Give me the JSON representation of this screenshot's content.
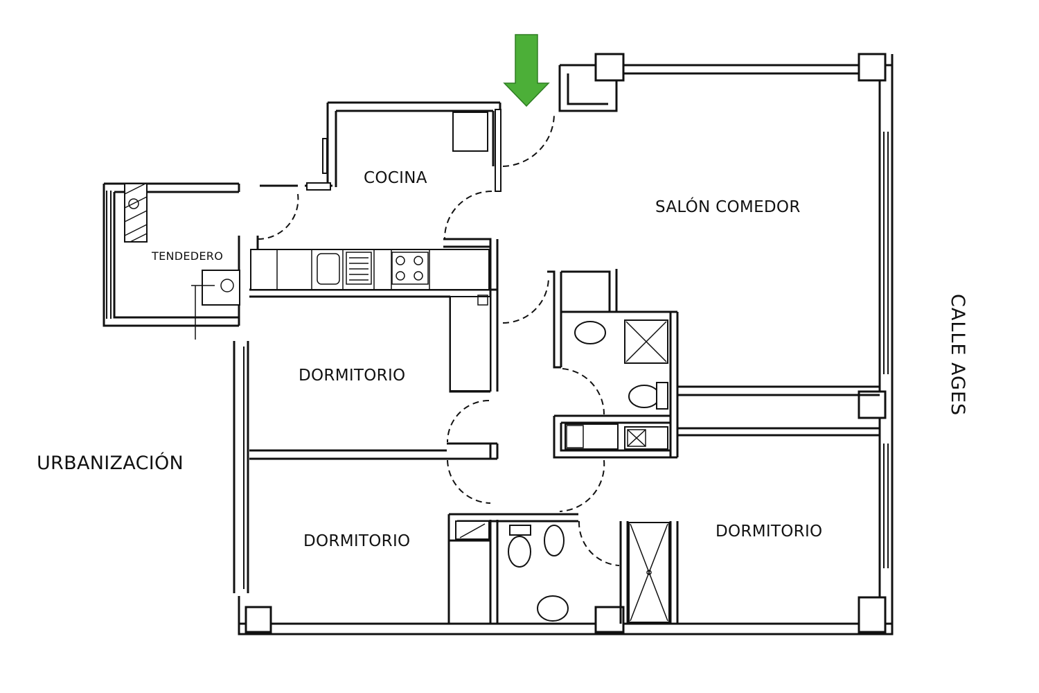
{
  "rooms": {
    "cocina": "COCINA",
    "salon_comedor": "SALÓN COMEDOR",
    "tendedero": "TENDEDERO",
    "dormitorio_1": "DORMITORIO",
    "dormitorio_2": "DORMITORIO",
    "dormitorio_3": "DORMITORIO"
  },
  "surroundings": {
    "west": "URBANIZACIÓN",
    "east": "CALLE AGES"
  },
  "colors": {
    "entrance_arrow": "#4caf38",
    "walls": "#111111",
    "background": "#ffffff"
  },
  "icons": {
    "entrance": "entrance-arrow-icon"
  }
}
